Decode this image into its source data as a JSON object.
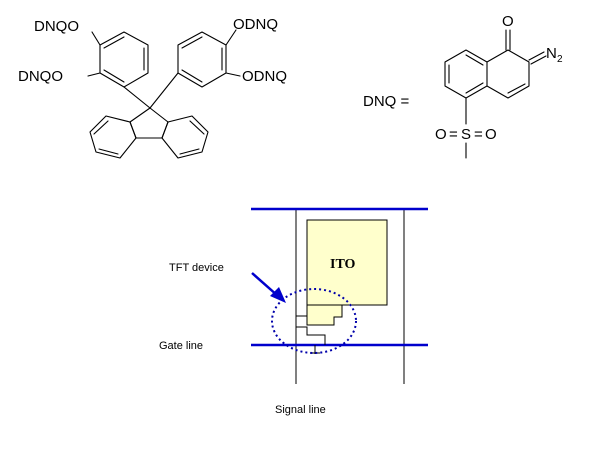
{
  "chemistry": {
    "left_molecule": {
      "substituents": {
        "top_left": "DNQO",
        "mid_left": "DNQO",
        "top_right": "ODNQ",
        "mid_right": "ODNQ"
      }
    },
    "dnq_definition": {
      "prefix": "DNQ =",
      "carbonyl_oxygen": "O",
      "diazo_n": "N",
      "diazo_subscript": "2",
      "sulfonyl_left_o": "O",
      "sulfonyl_s": "S",
      "sulfonyl_right_o": "O",
      "bond_left": "=",
      "bond_right": "="
    }
  },
  "pixel_diagram": {
    "ito_label": "ITO",
    "tft_label": "TFT device",
    "gate_label": "Gate line",
    "signal_label": "Signal line",
    "colors": {
      "gate_line": "#0000cc",
      "ito_fill": "#ffffcc",
      "tft_fill": "#ffffcc",
      "arrow": "#0000cc",
      "dotted_circle": "#0000aa"
    }
  }
}
